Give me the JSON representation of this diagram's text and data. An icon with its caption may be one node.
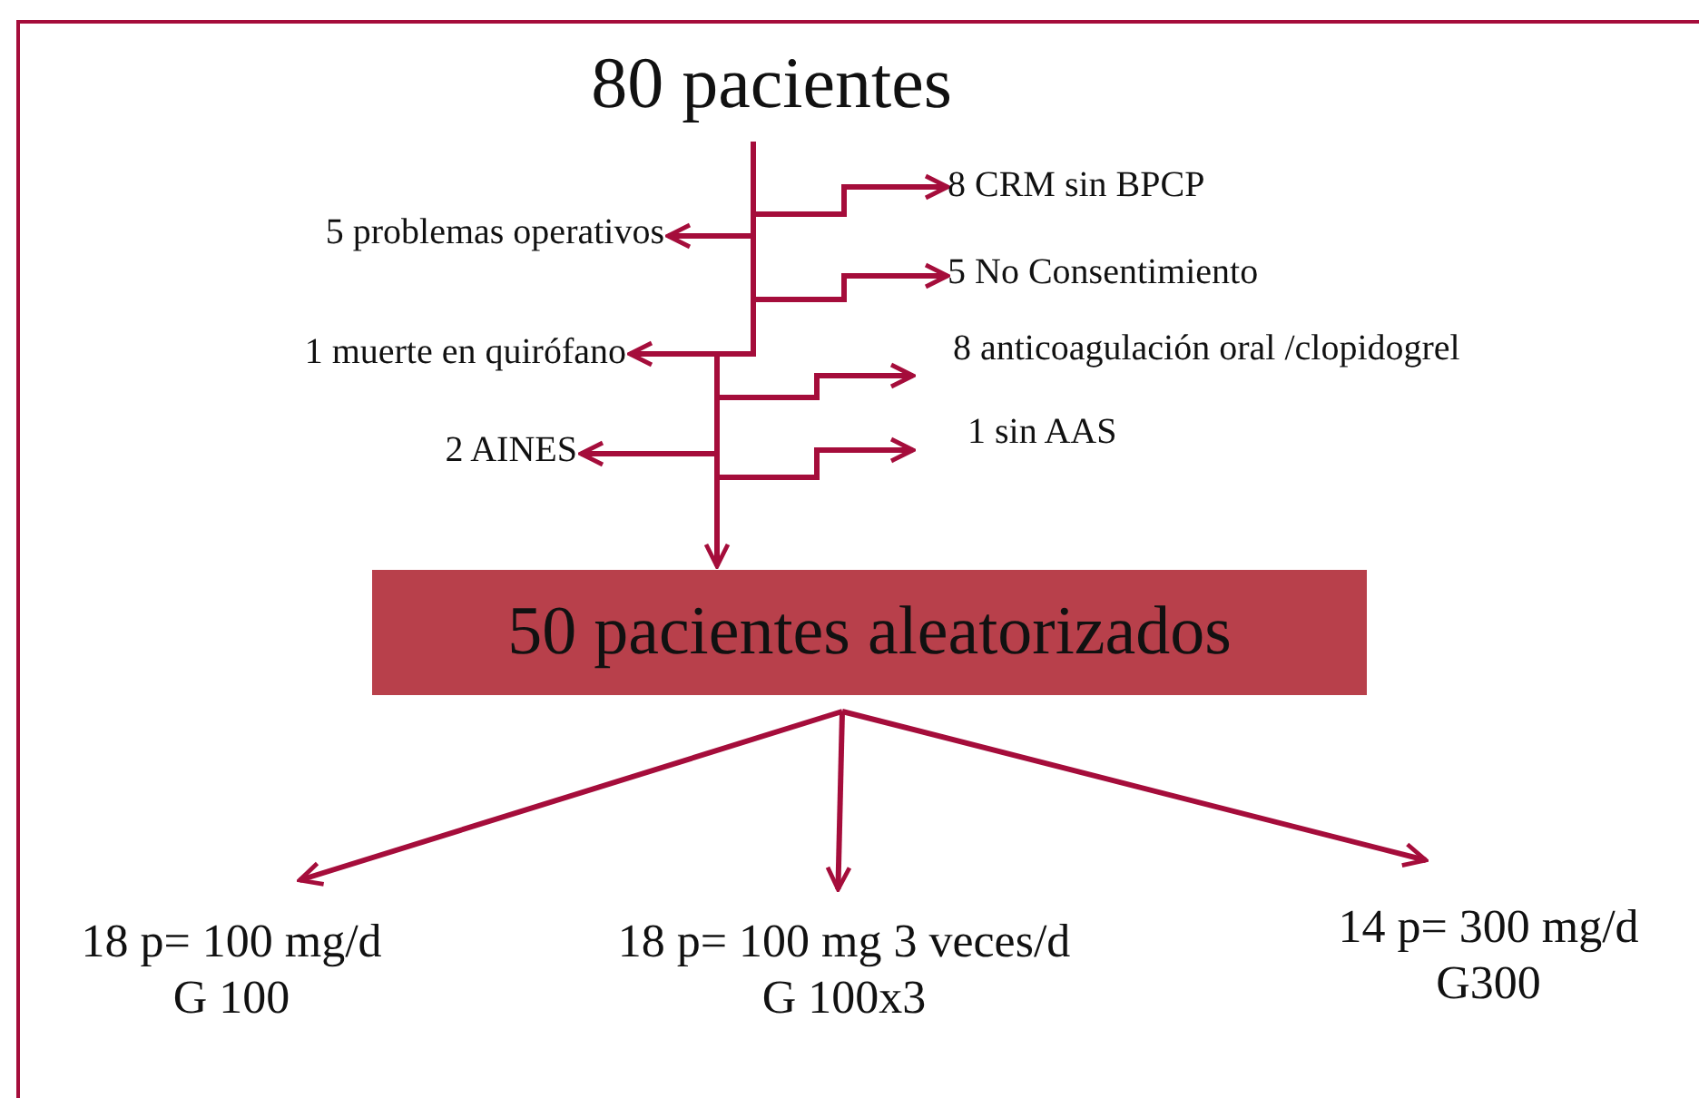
{
  "diagram": {
    "nodes": [
      {
        "text": [
          "80 pacientes"
        ]
      },
      {
        "text": [
          "5 problemas operativos"
        ]
      },
      {
        "text": [
          "8 CRM sin BPCP"
        ]
      },
      {
        "text": [
          "5 No Consentimiento"
        ]
      },
      {
        "text": [
          "1 muerte en quirófano"
        ]
      },
      {
        "text": [
          "8 anticoagulación oral /clopidogrel"
        ]
      },
      {
        "text": [
          "2 AINES"
        ]
      },
      {
        "text": [
          "1 sin AAS"
        ]
      },
      {
        "text": [
          "50 pacientes aleatorizados"
        ]
      },
      {
        "text": [
          "18 p= 100 mg/d",
          "G 100"
        ]
      },
      {
        "text": [
          "18 p= 100 mg 3 veces/d",
          "G 100x3"
        ]
      },
      {
        "text": [
          "14 p= 300 mg/d",
          "G300"
        ]
      }
    ],
    "edges": [
      {
        "from": 0,
        "to": 1,
        "arrow": "to"
      },
      {
        "from": 0,
        "to": 2,
        "arrow": "to"
      },
      {
        "from": 0,
        "to": 3,
        "arrow": "to"
      },
      {
        "from": 0,
        "to": 4,
        "arrow": "to"
      },
      {
        "from": 0,
        "to": 5,
        "arrow": "to"
      },
      {
        "from": 0,
        "to": 6,
        "arrow": "to"
      },
      {
        "from": 0,
        "to": 7,
        "arrow": "to"
      },
      {
        "from": 0,
        "to": 8,
        "arrow": "to"
      },
      {
        "from": 8,
        "to": 9,
        "arrow": "to"
      },
      {
        "from": 8,
        "to": 10,
        "arrow": "to"
      },
      {
        "from": 8,
        "to": 11,
        "arrow": "to"
      }
    ]
  }
}
